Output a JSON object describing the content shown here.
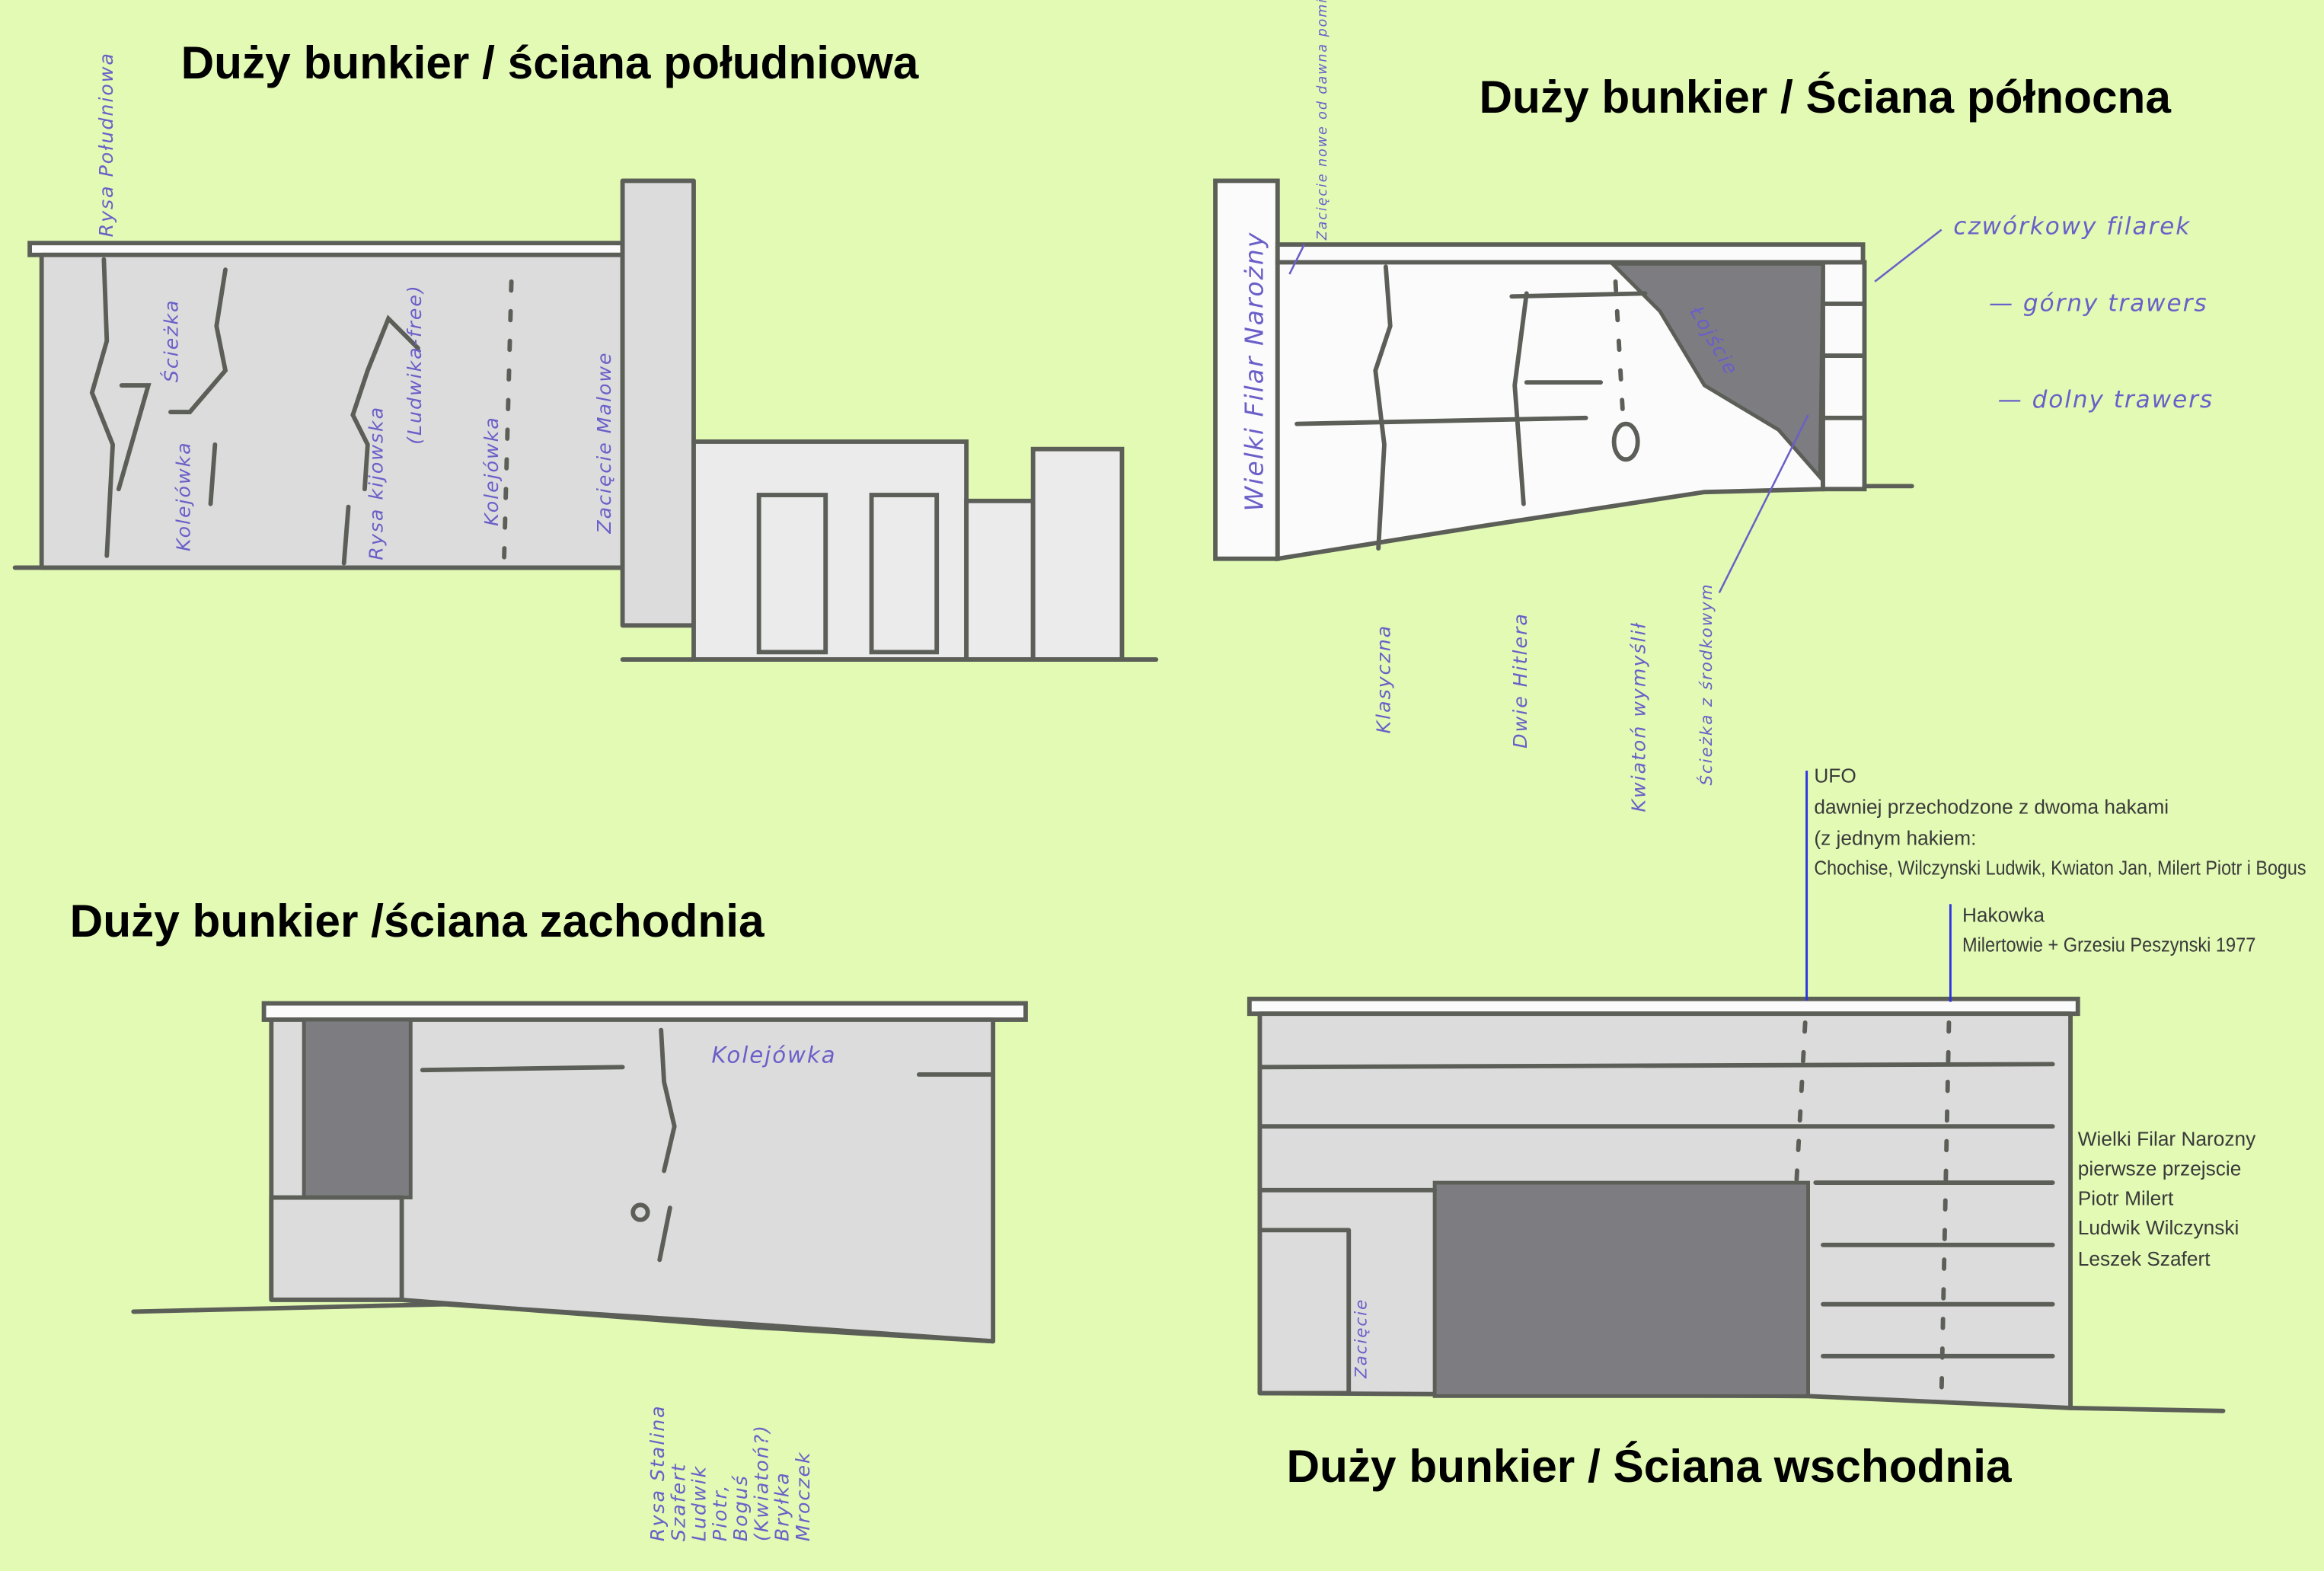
{
  "colors": {
    "background": "#e2fab4",
    "wall": "#dcdcdc",
    "dark_area": "#7d7c80",
    "handwriting": "#6a5fc8",
    "leader": "#2d35e0"
  },
  "south": {
    "title": "Duży bunkier / ściana południowa",
    "labels": [
      "Rysa Południowa",
      "Kolejówka",
      "Ścieżka",
      "Rysa kijowska",
      "(Ludwika-free)",
      "Kolejówka",
      "Zacięcie Malowe"
    ]
  },
  "north": {
    "title": "Duży bunkier / Ściana północna",
    "pillar_label": "Wielki Filar Narożny",
    "labels": [
      "Zacięcie nowe od dawna pominięte",
      "Łojście",
      "Klasyczna",
      "Dwie Hitlera",
      "Kwiatoń wymyślił",
      "Ścieżka z środkowym"
    ],
    "legend": [
      "czwórkowy filarek",
      "— górny trawers",
      "— dolny trawers"
    ]
  },
  "west": {
    "title": "Duży bunkier /ściana zachodnia",
    "labels": [
      "Kolejówka",
      "Rysa Stalina",
      "Szafert",
      "Ludwik",
      "Piotr,",
      "Boguś",
      "(Kwiatoń?)",
      "Bryłka",
      "Mroczek"
    ]
  },
  "east": {
    "title": "Duży bunkier / Ściana wschodnia",
    "label_small": "Zacięcie",
    "ufo": [
      "UFO",
      "dawniej przechodzone z dwoma hakami",
      "(z jednym hakiem:",
      "Chochise, Wilczynski Ludwik, Kwiaton Jan, Milert Piotr i Bogus"
    ],
    "hakowka": [
      "Hakowka",
      "Milertowie + Grzesiu Peszynski 1977"
    ],
    "filar": [
      "Wielki Filar Narozny",
      "pierwsze przejscie",
      "Piotr Milert",
      "Ludwik Wilczynski",
      "Leszek Szafert"
    ]
  }
}
